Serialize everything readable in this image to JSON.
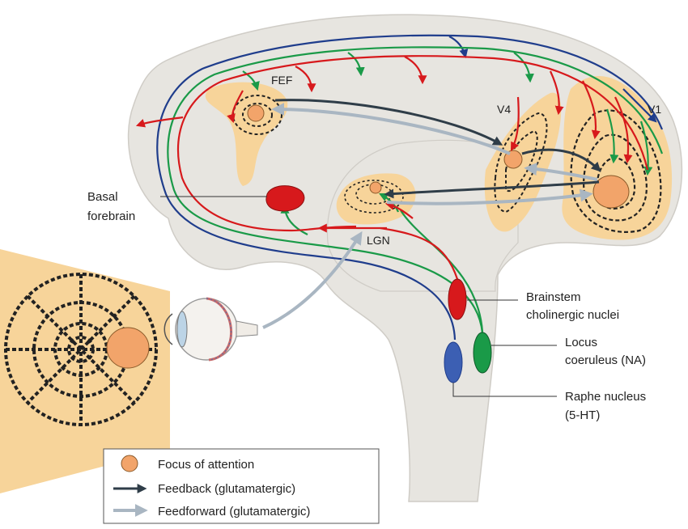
{
  "labels": {
    "fef": "FEF",
    "v4": "V4",
    "v1": "V1",
    "lgn": "LGN",
    "basal_line1": "Basal",
    "basal_line2": "forebrain",
    "brainstem_line1": "Brainstem",
    "brainstem_line2": "cholinergic nuclei",
    "locus_line1": "Locus",
    "locus_line2": "coeruleus (NA)",
    "raphe_line1": "Raphe nucleus",
    "raphe_line2": "(5-HT)"
  },
  "legend": {
    "focus": "Focus of attention",
    "feedback": "Feedback (glutamatergic)",
    "feedforward": "Feedforward (glutamatergic)"
  },
  "colors": {
    "brain": "#e7e5e0",
    "brain_stroke": "#cfccc6",
    "region": "#f7d49a",
    "focus": "#f2a46a",
    "red": "#d7191c",
    "green": "#1a9a48",
    "blue": "#1f3d8c",
    "feedback": "#2f3d48",
    "feedforward": "#a9b6c2"
  }
}
